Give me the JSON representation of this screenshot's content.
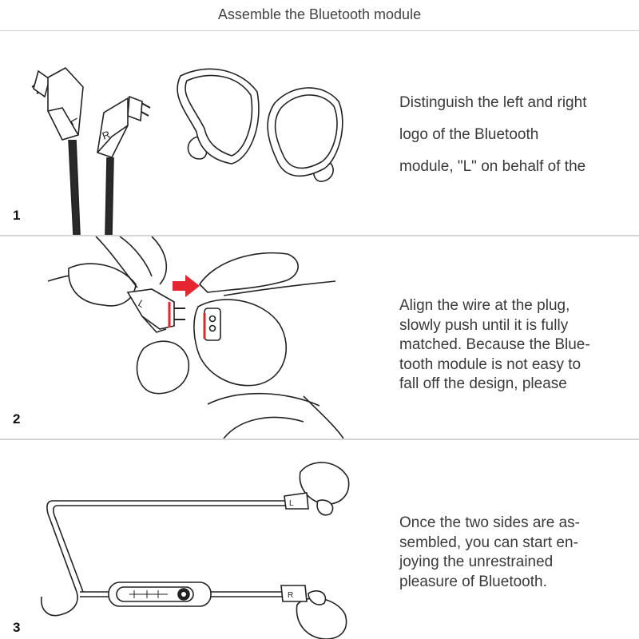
{
  "header": {
    "title": "Assemble the Bluetooth module"
  },
  "steps": [
    {
      "number": "1",
      "lines": [
        "Distinguish the left and right",
        "logo of the Bluetooth",
        "module, \"L\" on behalf of the"
      ],
      "plug_labels": [
        "L",
        "R"
      ]
    },
    {
      "number": "2",
      "lines": [
        "Align the wire at the plug,",
        "slowly push until it is fully",
        "matched. Because the Blue-",
        "tooth module is not easy to",
        "fall off the design, please"
      ],
      "plug_label": "L",
      "arrow_color": "#e3262f"
    },
    {
      "number": "3",
      "lines": [
        "Once the two sides are as-",
        "sembled, you can start en-",
        "joying the unrestrained",
        "pleasure of Bluetooth."
      ],
      "plug_labels": [
        "L",
        "R"
      ]
    }
  ]
}
